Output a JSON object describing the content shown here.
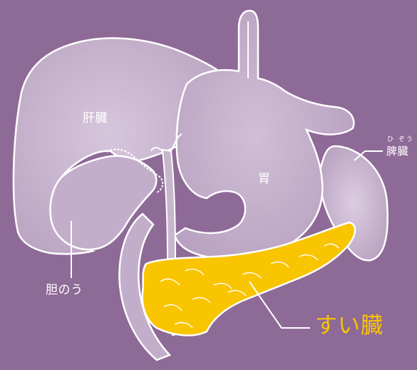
{
  "labels": {
    "liver": "肝臓",
    "stomach": "胃",
    "gallbladder": "胆のう",
    "spleen": "脾臓",
    "spleen_reading": "ひ ぞう",
    "pancreas": "すい臓"
  },
  "colors": {
    "background": "#8e6a97",
    "organ_fill": "#c4b0cb",
    "organ_outline": "#ffffff",
    "pancreas_fill": "#f9c400",
    "pancreas_label": "#f9c400"
  }
}
